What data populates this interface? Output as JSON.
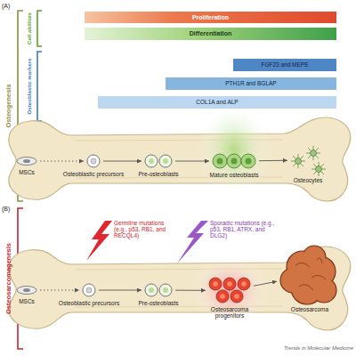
{
  "diagram": {
    "nodes": [
      {
        "text": [
          "Proliferation"
        ]
      },
      {
        "text": [
          "Differentiation"
        ]
      },
      {
        "text": [
          "FGF23 and MEPE"
        ]
      },
      {
        "text": [
          "PTH1R and BGLAP"
        ]
      },
      {
        "text": [
          "COL1A and ALP"
        ]
      },
      {
        "text": [
          "MSCs"
        ]
      },
      {
        "text": [
          "Osteoblastic precursors"
        ]
      },
      {
        "text": [
          "Pre-osteoblasts"
        ]
      },
      {
        "text": [
          "Mature osteoblasts"
        ]
      },
      {
        "text": [
          "Osteocytes"
        ]
      },
      {
        "text": [
          "MSCs"
        ]
      },
      {
        "text": [
          "Osteoblastic precursors"
        ]
      },
      {
        "text": [
          "Pre-osteoblasts"
        ]
      },
      {
        "text": [
          "Osteosarcoma progenitors"
        ]
      },
      {
        "text": [
          "Osteosarcoma"
        ]
      }
    ],
    "edges": [
      {
        "from": 5,
        "to": 6,
        "arrow": "to"
      },
      {
        "from": 6,
        "to": 7,
        "arrow": "to"
      },
      {
        "from": 7,
        "to": 8,
        "arrow": "to"
      },
      {
        "from": 8,
        "to": 9,
        "arrow": "to"
      },
      {
        "from": 10,
        "to": 11,
        "arrow": "to"
      },
      {
        "from": 11,
        "to": 12,
        "arrow": "to"
      },
      {
        "from": 12,
        "to": 13,
        "arrow": "to"
      },
      {
        "from": 13,
        "to": 14,
        "arrow": "to"
      }
    ],
    "labels": [
      "(A)",
      "Cell abilities",
      "Osteoblastic markers",
      "Osteogenesis",
      "(B)",
      "Osteosarcomagenesis",
      "Germline mutations (e.g., p53, RB1, and RECQL4)",
      "Sporadic mutations (e.g., p53, RB1, ATRX, and DLG2)",
      "Trends in Molecular Medicine"
    ]
  }
}
